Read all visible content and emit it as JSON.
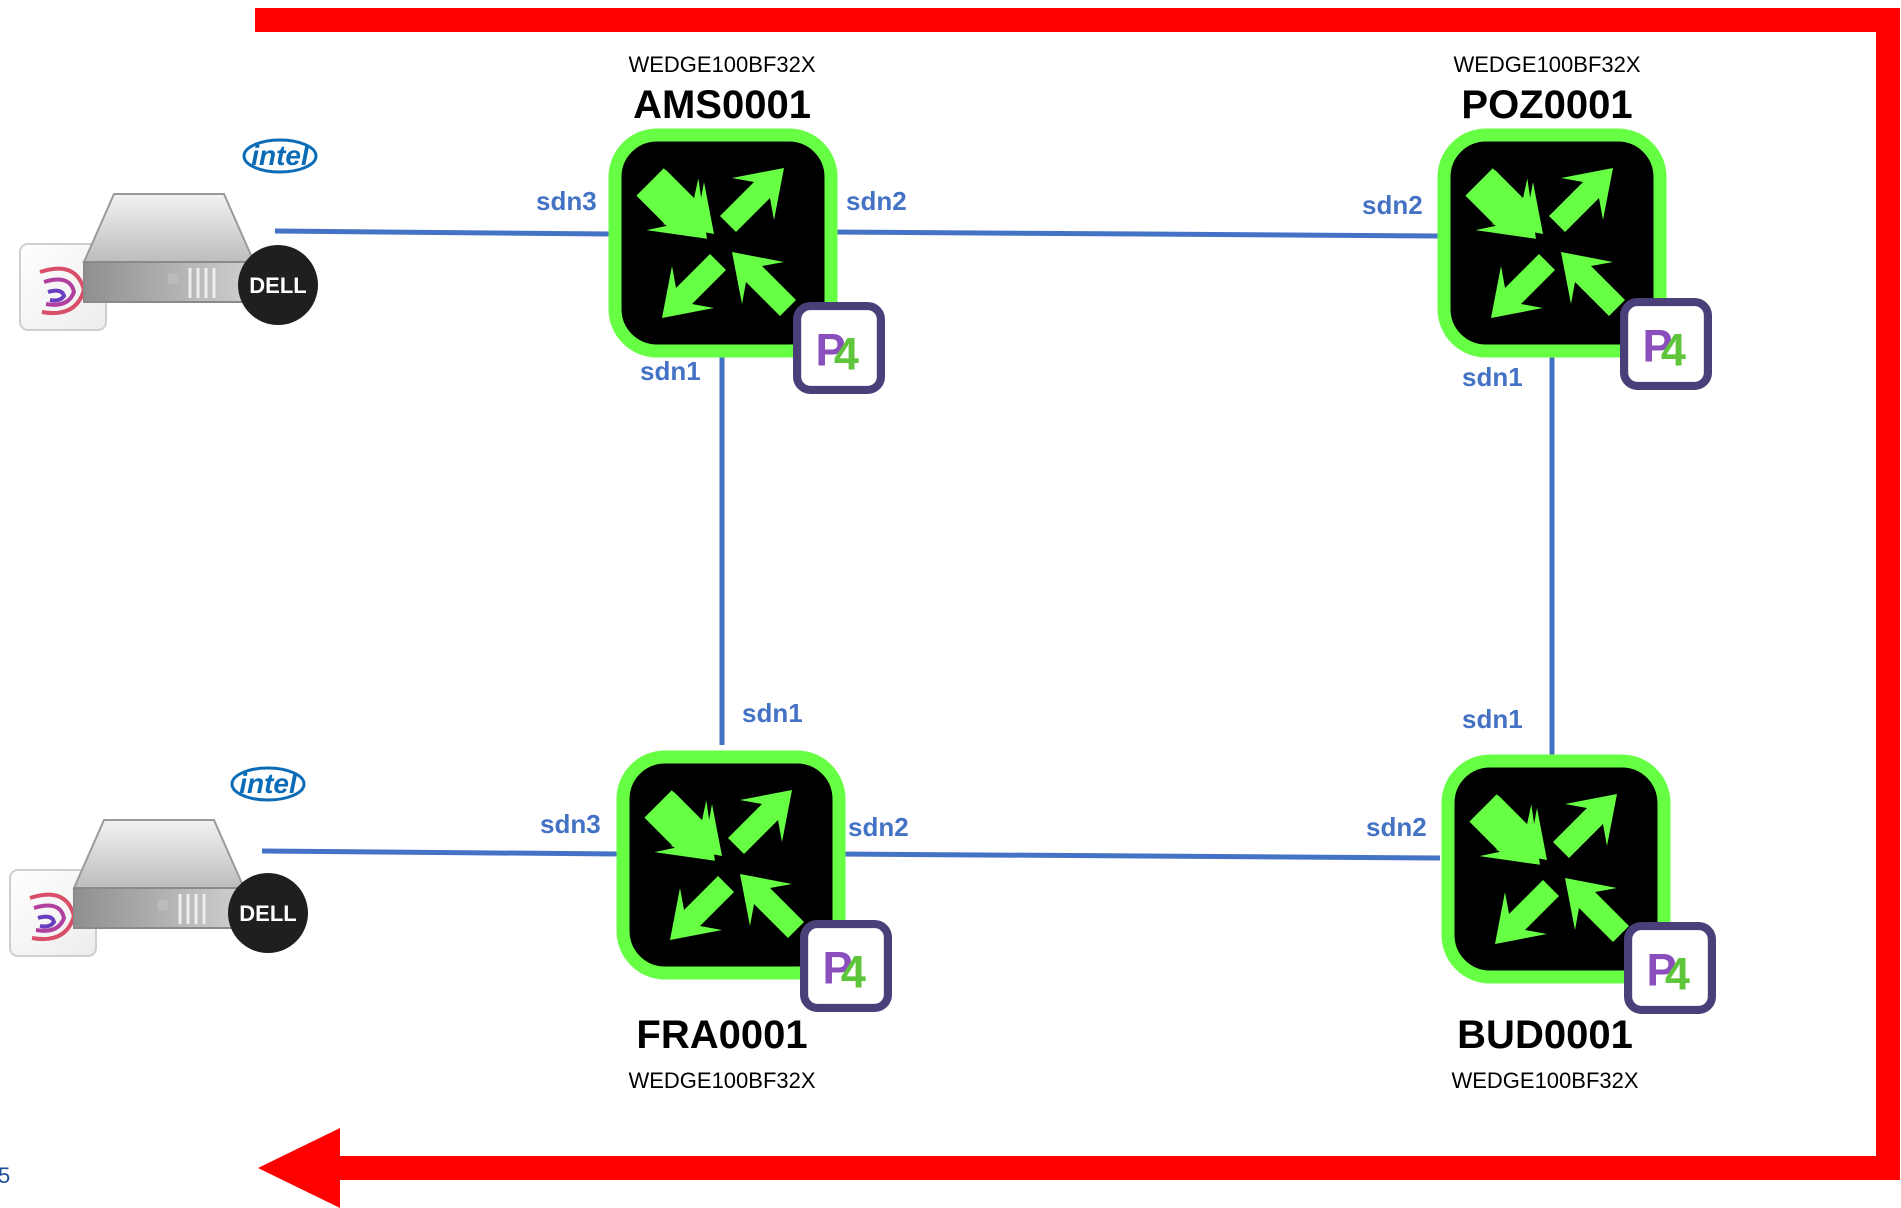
{
  "switches": {
    "ams": {
      "name": "AMS0001",
      "model": "WEDGE100BF32X",
      "port_left": "sdn3",
      "port_right": "sdn2",
      "port_down": "sdn1"
    },
    "poz": {
      "name": "POZ0001",
      "model": "WEDGE100BF32X",
      "port_left": "sdn2",
      "port_down": "sdn1"
    },
    "fra": {
      "name": "FRA0001",
      "model": "WEDGE100BF32X",
      "port_left": "sdn3",
      "port_right": "sdn2",
      "port_up": "sdn1"
    },
    "bud": {
      "name": "BUD0001",
      "model": "WEDGE100BF32X",
      "port_left": "sdn2",
      "port_up": "sdn1"
    }
  },
  "servers": {
    "top": {
      "vendor_badge": "intel",
      "brand": "DELL"
    },
    "bottom": {
      "vendor_badge": "intel",
      "brand": "DELL"
    }
  },
  "p4_badge": {
    "text_p": "P",
    "text_4": "4"
  },
  "page_number": "5",
  "colors": {
    "link": "#4472c4",
    "loop_arrow": "#ff0000",
    "switch_border": "#66ff44",
    "switch_fill": "#000000",
    "switch_arrows": "#66ff44",
    "p4_border": "#4b3f7a",
    "port_label": "#4472c4"
  },
  "icons": [
    "router-switch-icon",
    "p4-logo-icon",
    "server-icon",
    "intel-logo-icon",
    "dell-logo-icon",
    "app-logo-icon"
  ]
}
